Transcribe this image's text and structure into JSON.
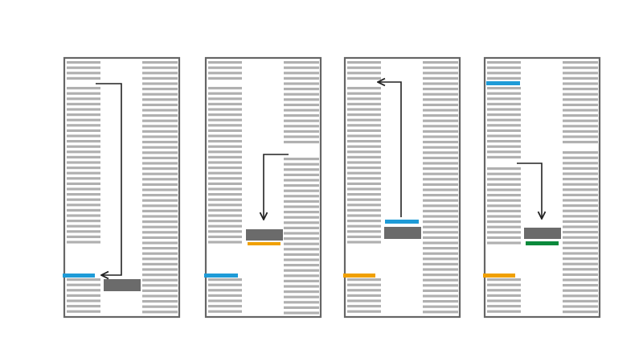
{
  "colors": {
    "border": "#666666",
    "line": "#b0b0b0",
    "block": "#6b6b6b",
    "arrow": "#222222",
    "blue": "#1e9bd7",
    "orange": "#f0a000",
    "green": "#0a8a3c",
    "background": "#ffffff"
  },
  "panels": [
    {
      "id": "panel-1",
      "description_marks": [
        "source-column-left",
        "target-column-right"
      ],
      "indicators": [
        "blue"
      ],
      "block_indicator": null,
      "arrow_direction": "down"
    },
    {
      "id": "panel-2",
      "indicators": [
        "blue"
      ],
      "block_indicator": "orange",
      "arrow_direction": "down"
    },
    {
      "id": "panel-3",
      "indicators": [
        "orange"
      ],
      "block_indicator": "blue",
      "arrow_direction": "up"
    },
    {
      "id": "panel-4",
      "indicators": [
        "blue",
        "orange"
      ],
      "block_indicator": "green",
      "arrow_direction": "down"
    }
  ]
}
